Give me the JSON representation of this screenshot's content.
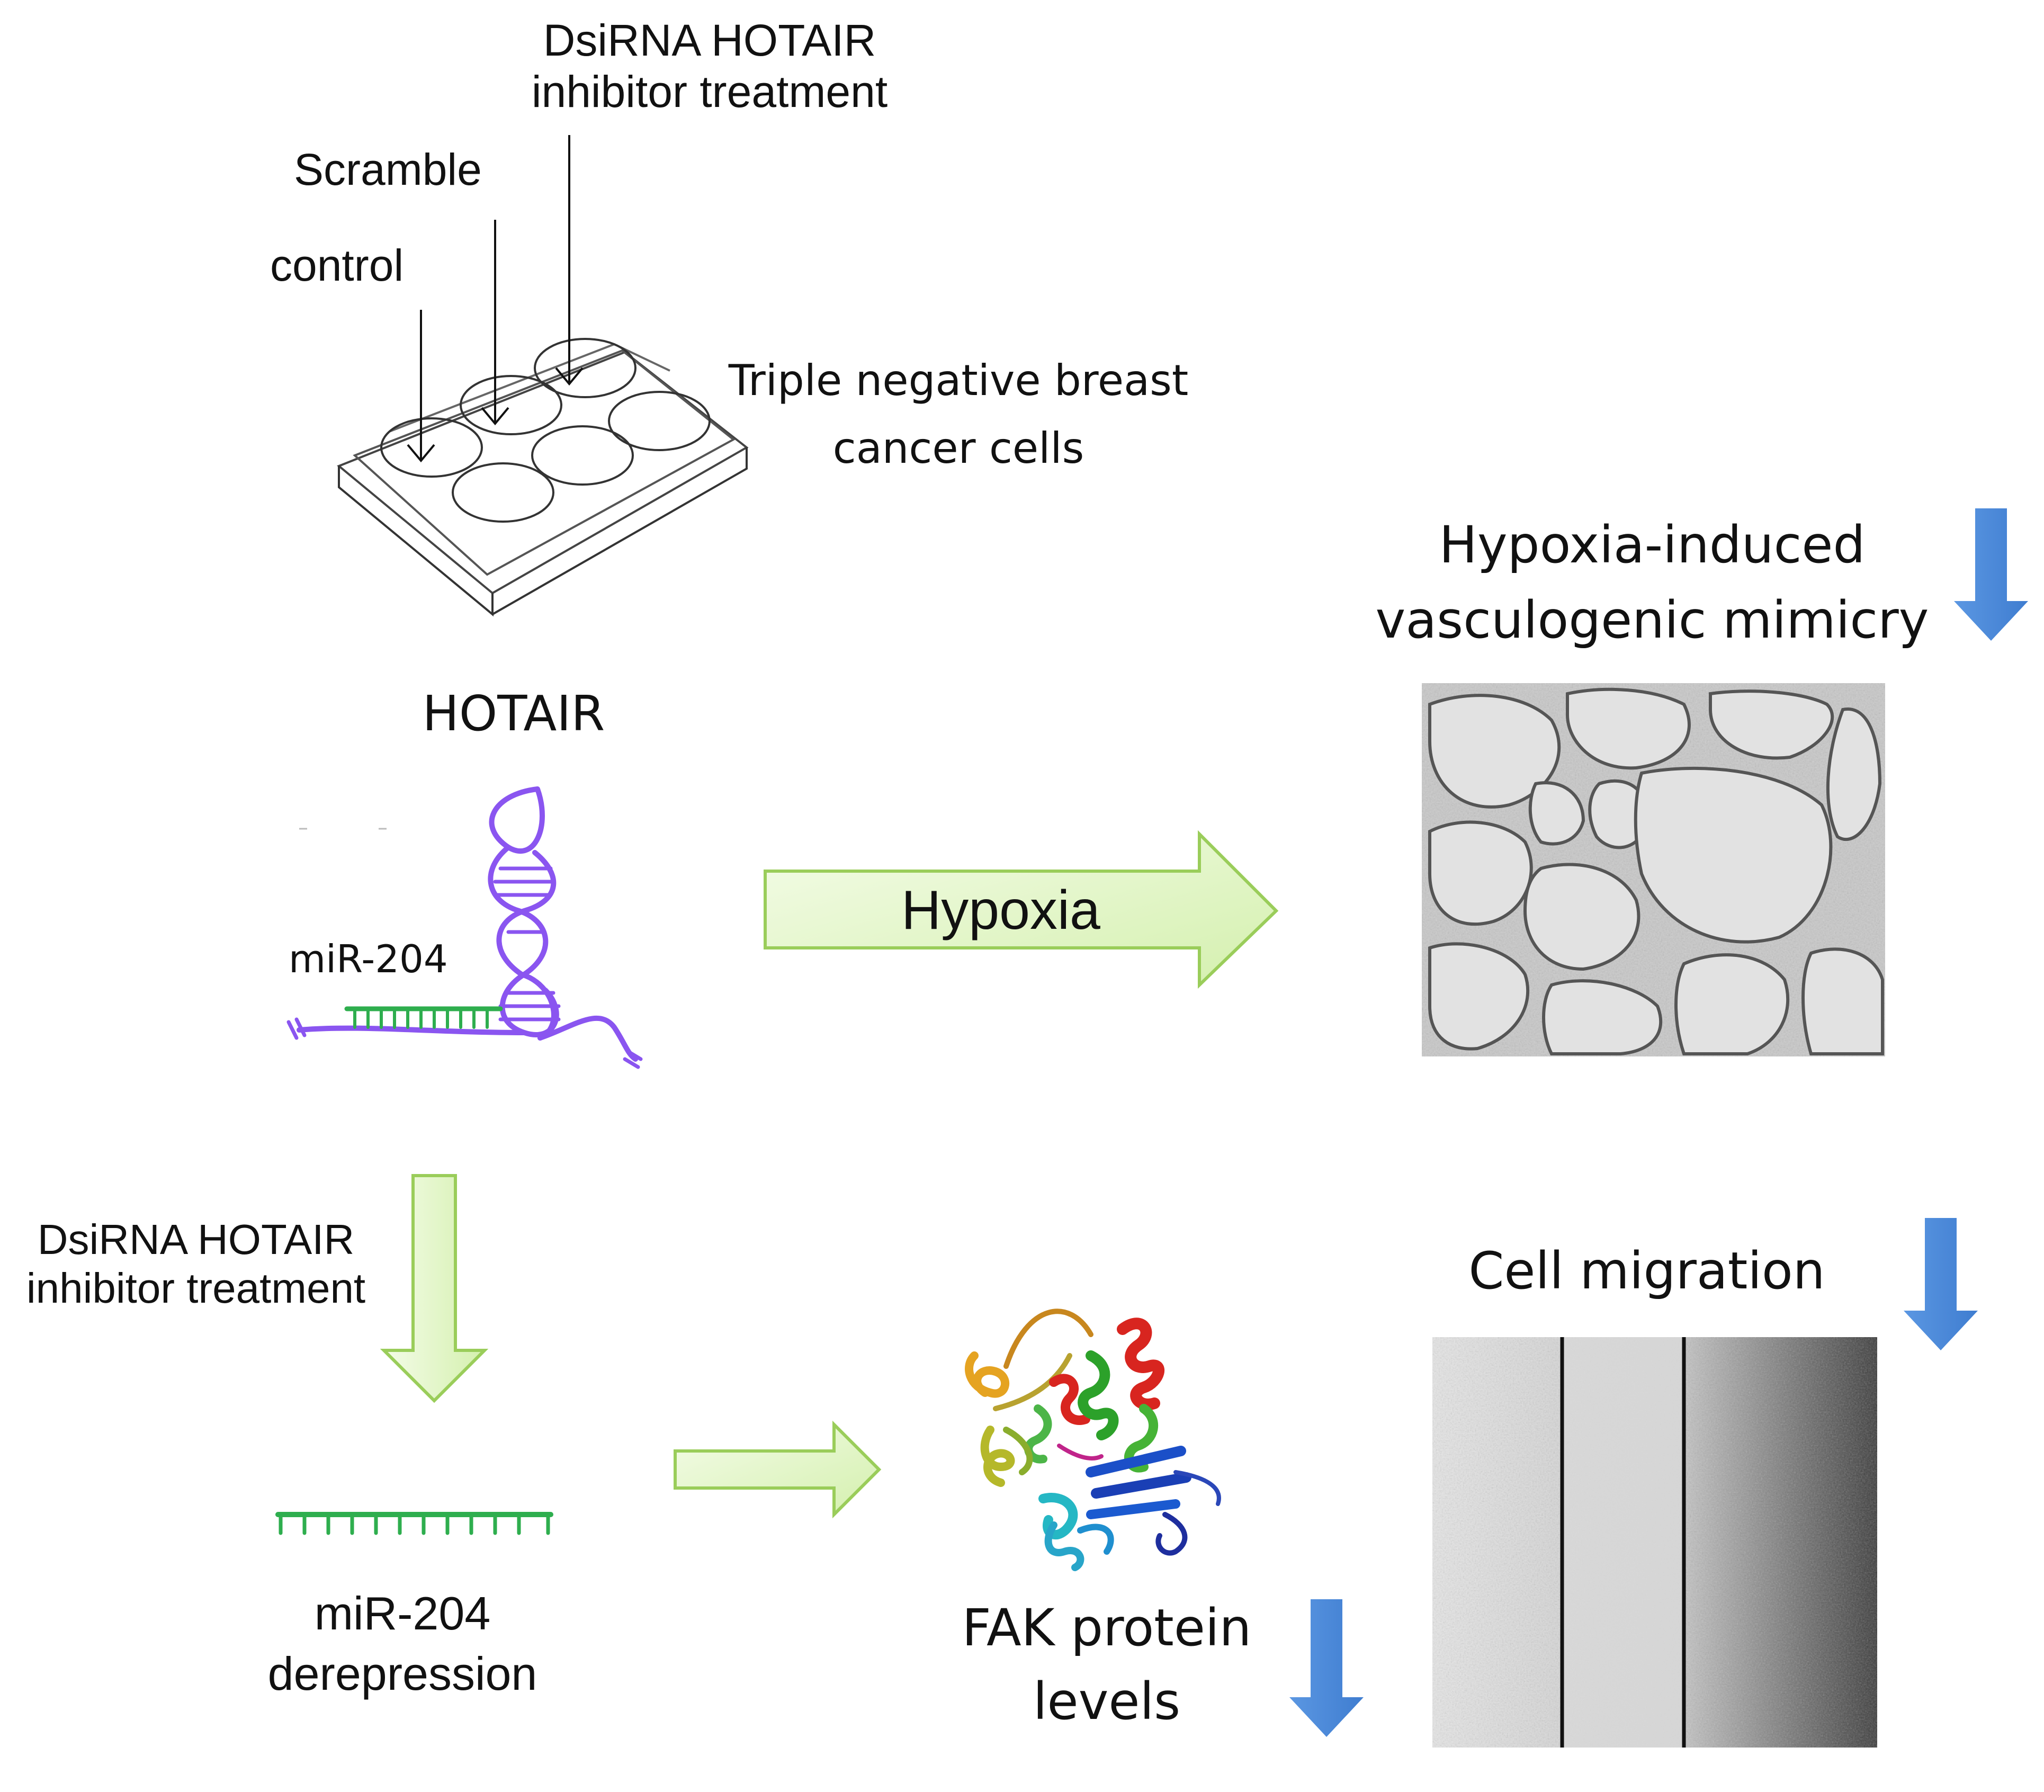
{
  "plate": {
    "dsirna_line1": "DsiRNA HOTAIR",
    "dsirna_line2": "inhibitor treatment",
    "scramble": "Scramble",
    "control": "control",
    "cells_line1": "Triple negative breast",
    "cells_line2": "cancer cells"
  },
  "hotair": {
    "title": "HOTAIR",
    "mir_label": "miR-204"
  },
  "hypoxia_arrow": {
    "label": "Hypoxia"
  },
  "vm": {
    "title_line1": "Hypoxia-induced",
    "title_line2": "vasculogenic mimicry"
  },
  "treatment": {
    "line1": "DsiRNA HOTAIR",
    "line2": "inhibitor treatment"
  },
  "mir204": {
    "line1": "miR-204",
    "line2": "derepression"
  },
  "fak": {
    "line1": "FAK protein",
    "line2": "levels"
  },
  "migration": {
    "title": "Cell migration"
  },
  "colors": {
    "decrease_arrow": "#4a88d8",
    "process_arrow_fill": "#dff5c0",
    "process_arrow_stroke": "#9acd5a",
    "hotair_rna": "#8a55f0",
    "mir204": "#2eae4e"
  }
}
